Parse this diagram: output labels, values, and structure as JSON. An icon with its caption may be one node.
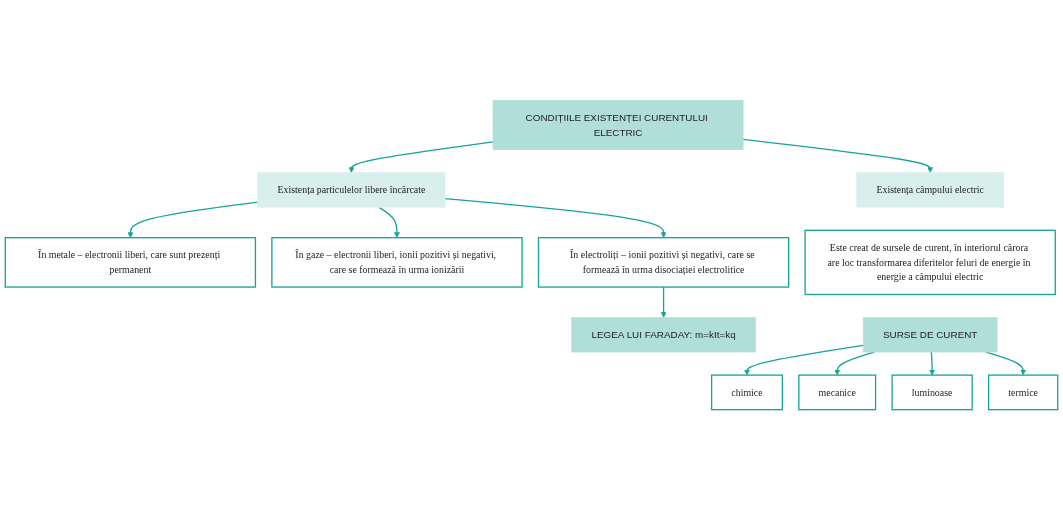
{
  "diagram": {
    "nodes": [
      {
        "text": [
          "CONDIȚIILE EXISTENȚEI CURENTULUI ELECTRIC"
        ]
      },
      {
        "text": [
          "Existența particulelor libere încărcate"
        ]
      },
      {
        "text": [
          "Existența câmpului electric"
        ]
      },
      {
        "text": [
          "În metale – electronii liberi, care sunt prezenți permanent"
        ]
      },
      {
        "text": [
          "În gaze – electronii liberi, ionii pozitivi și negativi, care se formează în urma ionizării"
        ]
      },
      {
        "text": [
          "În electroliți – ionii pozitivi și negativi, care se formează în urma disociației electrolitice"
        ]
      },
      {
        "text": [
          "Este creat de sursele de curent, în interiorul cărora are loc transformarea diferitelor feluri de energie în energie a câmpului electric"
        ]
      },
      {
        "text": [
          "SURSE DE CURENT"
        ]
      },
      {
        "text": [
          "chimice"
        ]
      },
      {
        "text": [
          "mecanice"
        ]
      },
      {
        "text": [
          "luminoase"
        ]
      },
      {
        "text": [
          "termice"
        ]
      },
      {
        "text": [
          "LEGEA LUI FARADAY: m=kIt=kq"
        ]
      }
    ],
    "edges": [
      {
        "from": 0,
        "to": 1,
        "arrow": "to"
      },
      {
        "from": 0,
        "to": 2,
        "arrow": "to"
      },
      {
        "from": 1,
        "to": 3,
        "arrow": "to"
      },
      {
        "from": 1,
        "to": 4,
        "arrow": "to"
      },
      {
        "from": 1,
        "to": 5,
        "arrow": "to"
      },
      {
        "from": 7,
        "to": 8,
        "arrow": "to"
      },
      {
        "from": 7,
        "to": 9,
        "arrow": "to"
      },
      {
        "from": 7,
        "to": 10,
        "arrow": "to"
      },
      {
        "from": 7,
        "to": 11,
        "arrow": "to"
      },
      {
        "from": 5,
        "to": 12,
        "arrow": "to"
      }
    ]
  }
}
